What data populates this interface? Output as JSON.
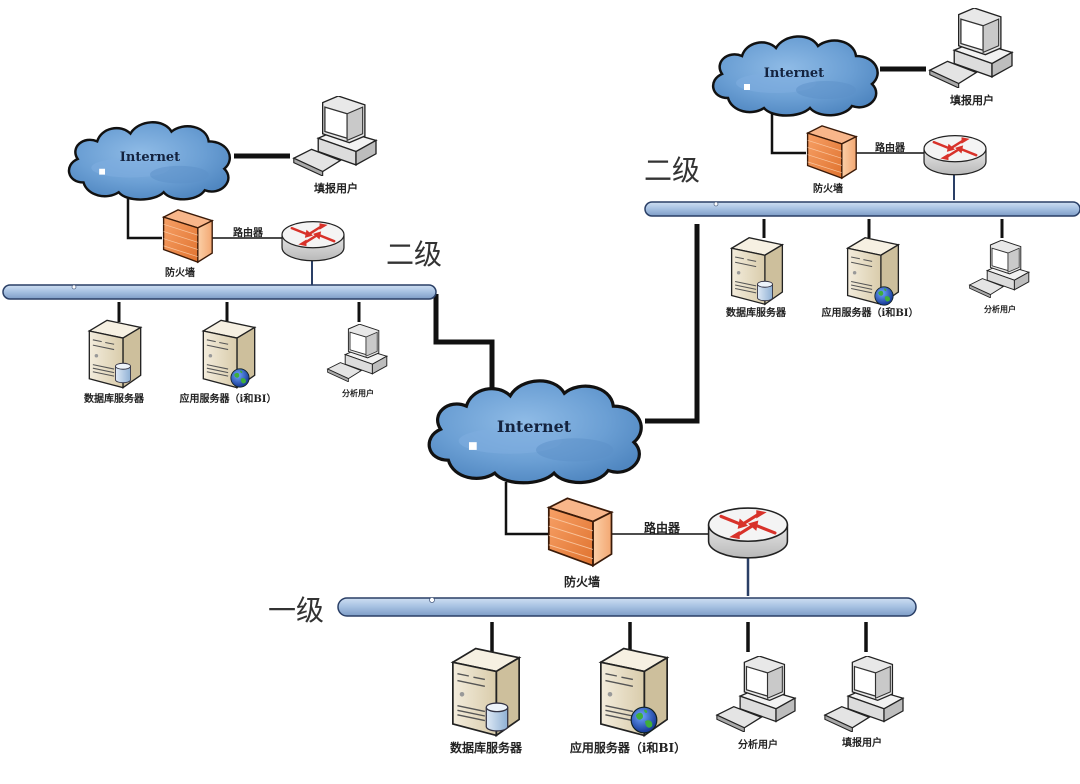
{
  "diagram": {
    "title": "",
    "colors": {
      "cloud_fill": "#6b9fd4",
      "cloud_stroke": "#111111",
      "bus_fill": "#a9c3e3",
      "bus_stroke": "#2a3f66",
      "firewall": "#f0894a",
      "router_arrow": "#d8322a",
      "server_body": "#ebe2cc",
      "line": "#111111"
    },
    "segments": {
      "left_tier2": {
        "tier_label": "二级",
        "cloud_label": "Internet",
        "firewall_label": "防火墙",
        "router_label": "路由器",
        "remote_user_label": "填报用户",
        "nodes": [
          {
            "type": "db-server",
            "label": "数据库服务器"
          },
          {
            "type": "app-server",
            "label": "应用服务器（i和BI）"
          },
          {
            "type": "workstation",
            "label": "分析用户"
          }
        ]
      },
      "right_tier2": {
        "tier_label": "二级",
        "cloud_label": "Internet",
        "firewall_label": "防火墙",
        "router_label": "路由器",
        "remote_user_label": "填报用户",
        "nodes": [
          {
            "type": "db-server",
            "label": "数据库服务器"
          },
          {
            "type": "app-server",
            "label": "应用服务器（i和BI）"
          },
          {
            "type": "workstation",
            "label": "分析用户"
          }
        ]
      },
      "tier1": {
        "tier_label": "一级",
        "cloud_label": "Internet",
        "firewall_label": "防火墙",
        "router_label": "路由器",
        "nodes": [
          {
            "type": "db-server",
            "label": "数据库服务器"
          },
          {
            "type": "app-server",
            "label": "应用服务器（i和BI）"
          },
          {
            "type": "workstation",
            "label": "分析用户"
          },
          {
            "type": "workstation",
            "label": "填报用户"
          }
        ]
      }
    }
  }
}
